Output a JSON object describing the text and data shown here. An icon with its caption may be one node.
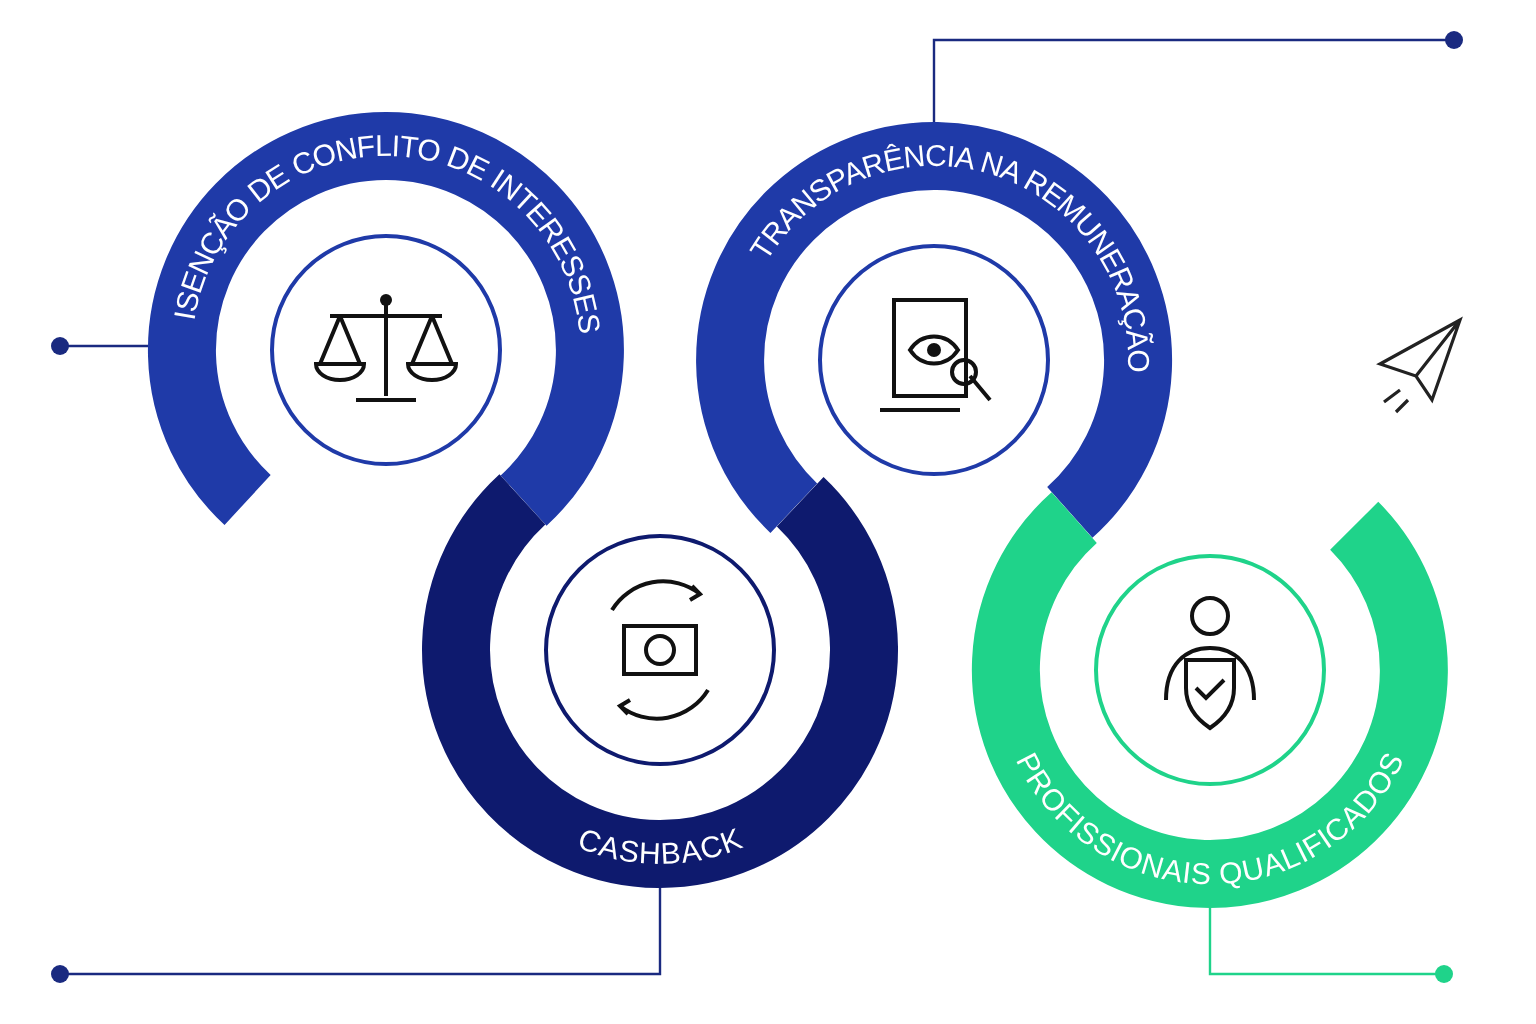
{
  "diagram": {
    "nodes": [
      {
        "text": [
          "ISENÇÃO DE CONFLITO DE INTERESSES"
        ]
      },
      {
        "text": [
          "TRANSPARÊNCIA NA REMUNERAÇÃO"
        ]
      },
      {
        "text": [
          "CASHBACK"
        ]
      },
      {
        "text": [
          "PROFISSIONAIS QUALIFICADOS"
        ]
      },
      {
        "text": [],
        "shape": "circle"
      },
      {
        "text": [],
        "shape": "circle"
      },
      {
        "text": [],
        "shape": "circle"
      },
      {
        "text": [],
        "shape": "circle"
      }
    ],
    "edges": [
      {
        "from": 4,
        "to": 0,
        "arrow": "none"
      },
      {
        "from": 5,
        "to": 1,
        "arrow": "none"
      },
      {
        "from": 6,
        "to": 2,
        "arrow": "none"
      },
      {
        "from": 7,
        "to": 3,
        "arrow": "none",
        "color": "#1fd38a"
      }
    ]
  }
}
